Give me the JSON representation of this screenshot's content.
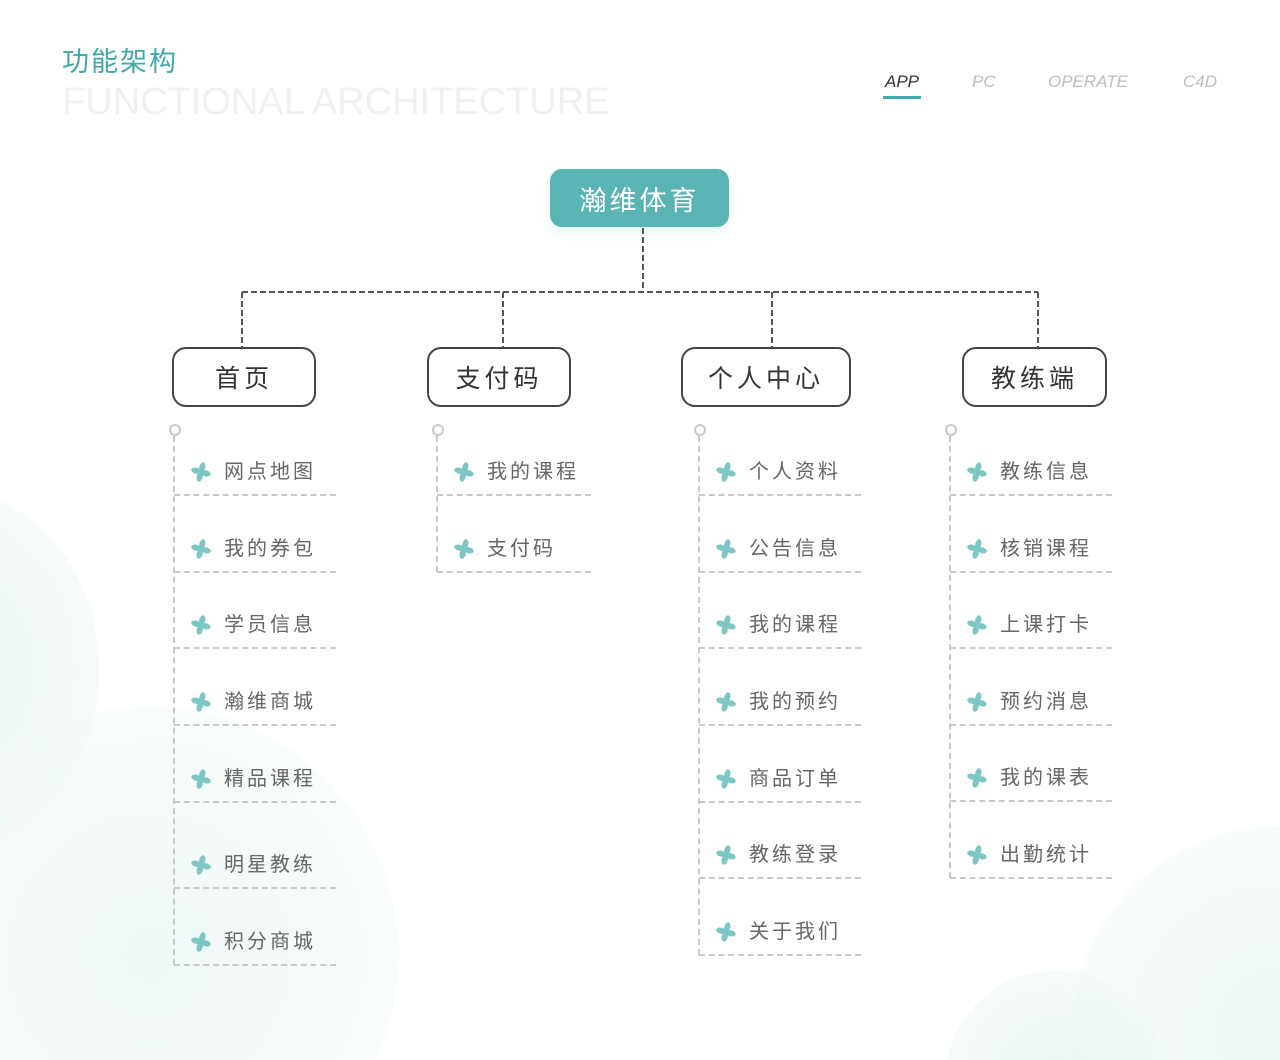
{
  "header": {
    "title_cn": "功能架构",
    "title_en": "FUNCTIONAL ARCHITECTURE"
  },
  "tabs": [
    {
      "label": "APP",
      "active": true
    },
    {
      "label": "PC"
    },
    {
      "label": "OPERATE"
    },
    {
      "label": "C4D"
    }
  ],
  "accent_color": "#5ab4b4",
  "root": {
    "label": "瀚维体育"
  },
  "columns": [
    {
      "label": "首页",
      "items": [
        "网点地图",
        "我的券包",
        "学员信息",
        "瀚维商城",
        "精品课程",
        "明星教练",
        "积分商城"
      ]
    },
    {
      "label": "支付码",
      "items": [
        "我的课程",
        "支付码"
      ]
    },
    {
      "label": "个人中心",
      "items": [
        "个人资料",
        "公告信息",
        "我的课程",
        "我的预约",
        "商品订单",
        "教练登录",
        "关于我们"
      ]
    },
    {
      "label": "教练端",
      "items": [
        "教练信息",
        "核销课程",
        "上课打卡",
        "预约消息",
        "我的课表",
        "出勤统计"
      ]
    }
  ],
  "item_icon": "leaf-icon"
}
